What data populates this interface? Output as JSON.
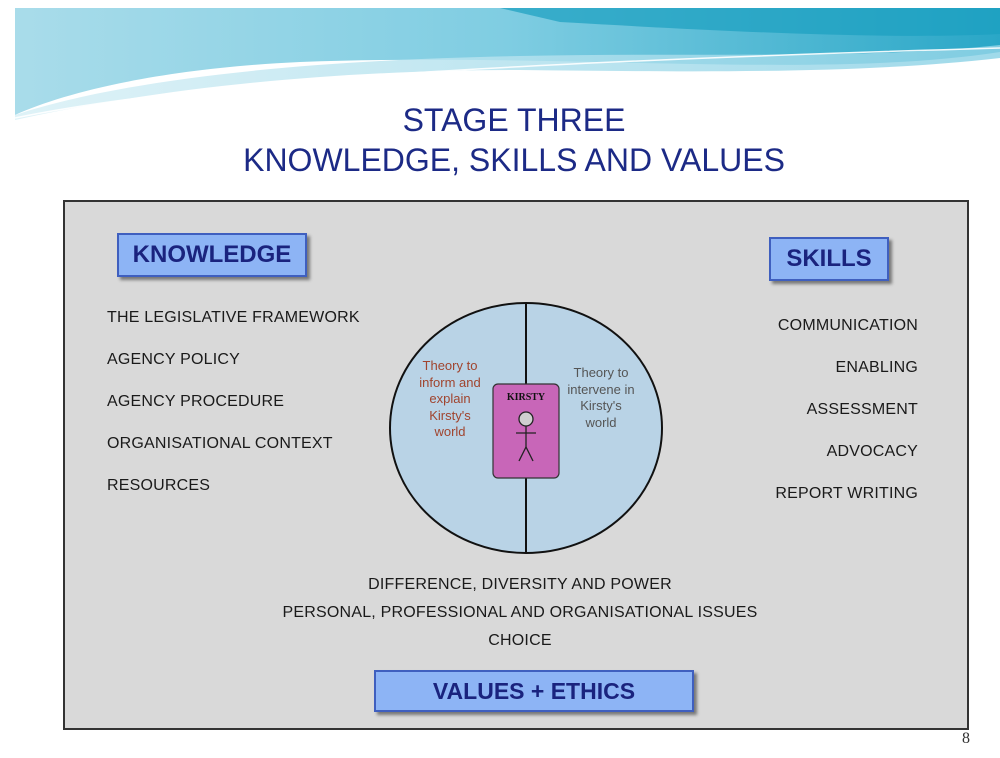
{
  "slide": {
    "title_line1": "STAGE THREE",
    "title_line2": "KNOWLEDGE, SKILLS AND VALUES",
    "page_number": "8"
  },
  "knowledge": {
    "heading": "KNOWLEDGE",
    "items": [
      "THE LEGISLATIVE FRAMEWORK",
      "AGENCY POLICY",
      "AGENCY PROCEDURE",
      "ORGANISATIONAL CONTEXT",
      "RESOURCES"
    ]
  },
  "skills": {
    "heading": "SKILLS",
    "items": [
      "COMMUNICATION",
      "ENABLING",
      "ASSESSMENT",
      "ADVOCACY",
      "REPORT WRITING"
    ]
  },
  "circle": {
    "left_text": "Theory to inform and explain Kirsty's world",
    "right_text": "Theory to intervene in Kirsty's world",
    "person_label": "KIRSTY",
    "left_text_color": "#a0442e",
    "right_text_color": "#555555",
    "fill_color": "#b9d3e6",
    "person_card_color": "#c866b8"
  },
  "values": {
    "lines": [
      "DIFFERENCE, DIVERSITY AND POWER",
      "PERSONAL, PROFESSIONAL AND ORGANISATIONAL ISSUES",
      "CHOICE"
    ],
    "heading": "VALUES + ETHICS"
  },
  "colors": {
    "title": "#1c2a86",
    "tag_fill": "#8db4f5",
    "tag_text": "#1a237e",
    "panel": "#d9d9d9"
  }
}
